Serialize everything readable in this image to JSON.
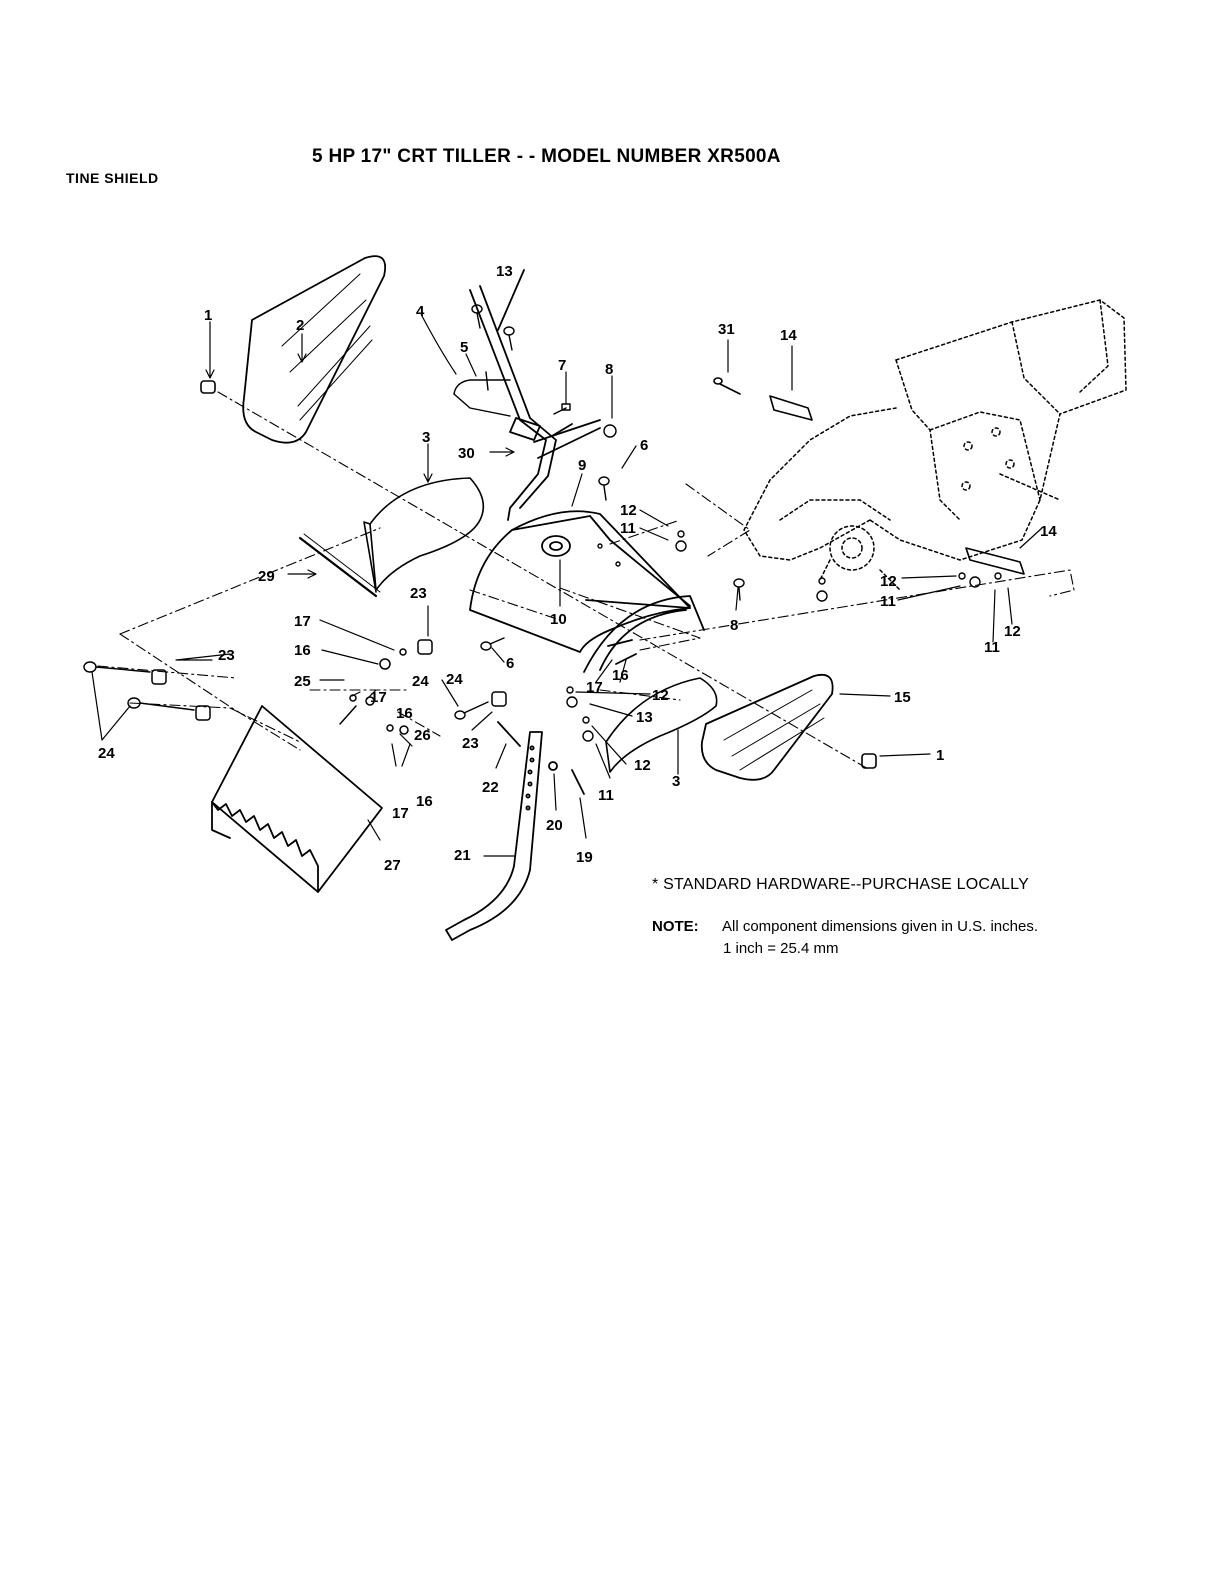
{
  "header": {
    "title": "5 HP  17\" CRT TILLER - - MODEL NUMBER XR500A",
    "section": "TINE SHIELD"
  },
  "footnotes": {
    "standard_hardware": "* STANDARD HARDWARE--PURCHASE LOCALLY",
    "note_label": "NOTE:",
    "note_text": "All component dimensions given in U.S. inches.",
    "conversion": "1 inch = 25.4 mm"
  },
  "callouts": [
    "1",
    "2",
    "3",
    "4",
    "5",
    "7",
    "8",
    "6",
    "13",
    "30",
    "9",
    "31",
    "14",
    "12",
    "11",
    "10",
    "14",
    "12",
    "11",
    "12",
    "11",
    "29",
    "23",
    "17",
    "16",
    "25",
    "6",
    "8",
    "24",
    "23",
    "17",
    "16",
    "26",
    "17",
    "16",
    "24",
    "23",
    "22",
    "20",
    "19",
    "21",
    "27",
    "17",
    "16",
    "12",
    "13",
    "12",
    "11",
    "3",
    "15",
    "1",
    "24"
  ]
}
